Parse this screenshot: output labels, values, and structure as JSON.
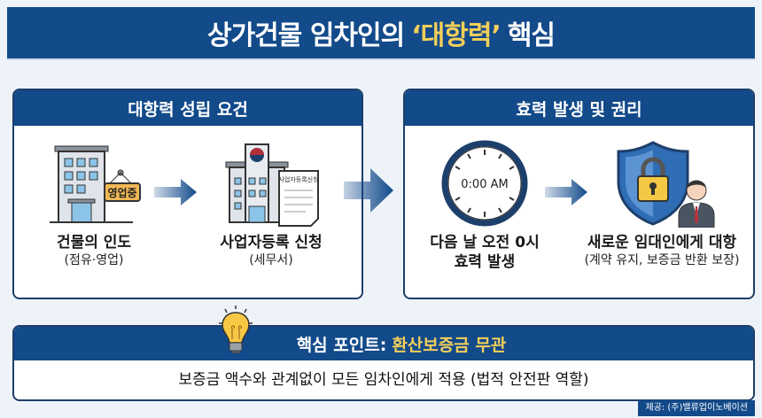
{
  "title": {
    "prefix": "상가건물 임차인의",
    "highlight": "‘대항력’",
    "suffix": "핵심"
  },
  "left_panel": {
    "header": "대항력 성립 요건",
    "steps": [
      {
        "sign": "영업중",
        "label": "건물의 인도",
        "sub": "(점유·영업)"
      },
      {
        "doc": "사업자등록신청",
        "label": "사업자등록 신청",
        "sub": "(세무서)"
      }
    ]
  },
  "right_panel": {
    "header": "효력 발생 및 권리",
    "steps": [
      {
        "clock": "0:00 AM",
        "label": "다음 날 오전 0시",
        "sub": "효력 발생"
      },
      {
        "label": "새로운 임대인에게 대항",
        "sub": "(계약 유지, 보증금 반환 보장)"
      }
    ]
  },
  "key_point": {
    "prefix": "핵심 포인트:",
    "highlight": "환산보증금 무관",
    "body": "보증금 액수와 관계없이 모든 임차인에게 적용 (법적 안전판 역할)"
  },
  "credit": "제공: (주)밸류업이노베이션",
  "colors": {
    "navy": "#124a8a",
    "yellow": "#f5cf5a",
    "background": "#eef3f9"
  }
}
